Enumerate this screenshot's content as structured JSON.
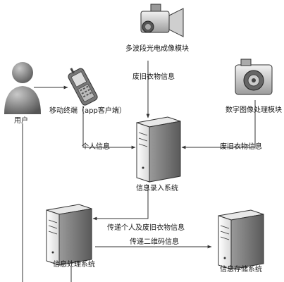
{
  "nodes": {
    "user": "用户",
    "mobile_terminal": "移动终端（app客户端）",
    "multiband_imaging": "多波段光电成像模块",
    "digital_image_processing": "数字图像处理模块",
    "info_entry_system": "信息录入系统",
    "info_processing_system": "信息处理系统",
    "info_storage_system": "信息存储系统"
  },
  "edges": {
    "camera_to_entry": "废旧衣物信息",
    "processing_to_entry": "废旧衣物信息",
    "mobile_to_entry": "个人信息",
    "entry_to_processing": "传递个人及废旧衣物信息",
    "processing_to_storage": "传递二维码信息"
  },
  "colors": {
    "line": "#333333",
    "server_light": "#f4f4f4",
    "server_dark": "#8a8a8a",
    "person": "#6e6e6e"
  }
}
